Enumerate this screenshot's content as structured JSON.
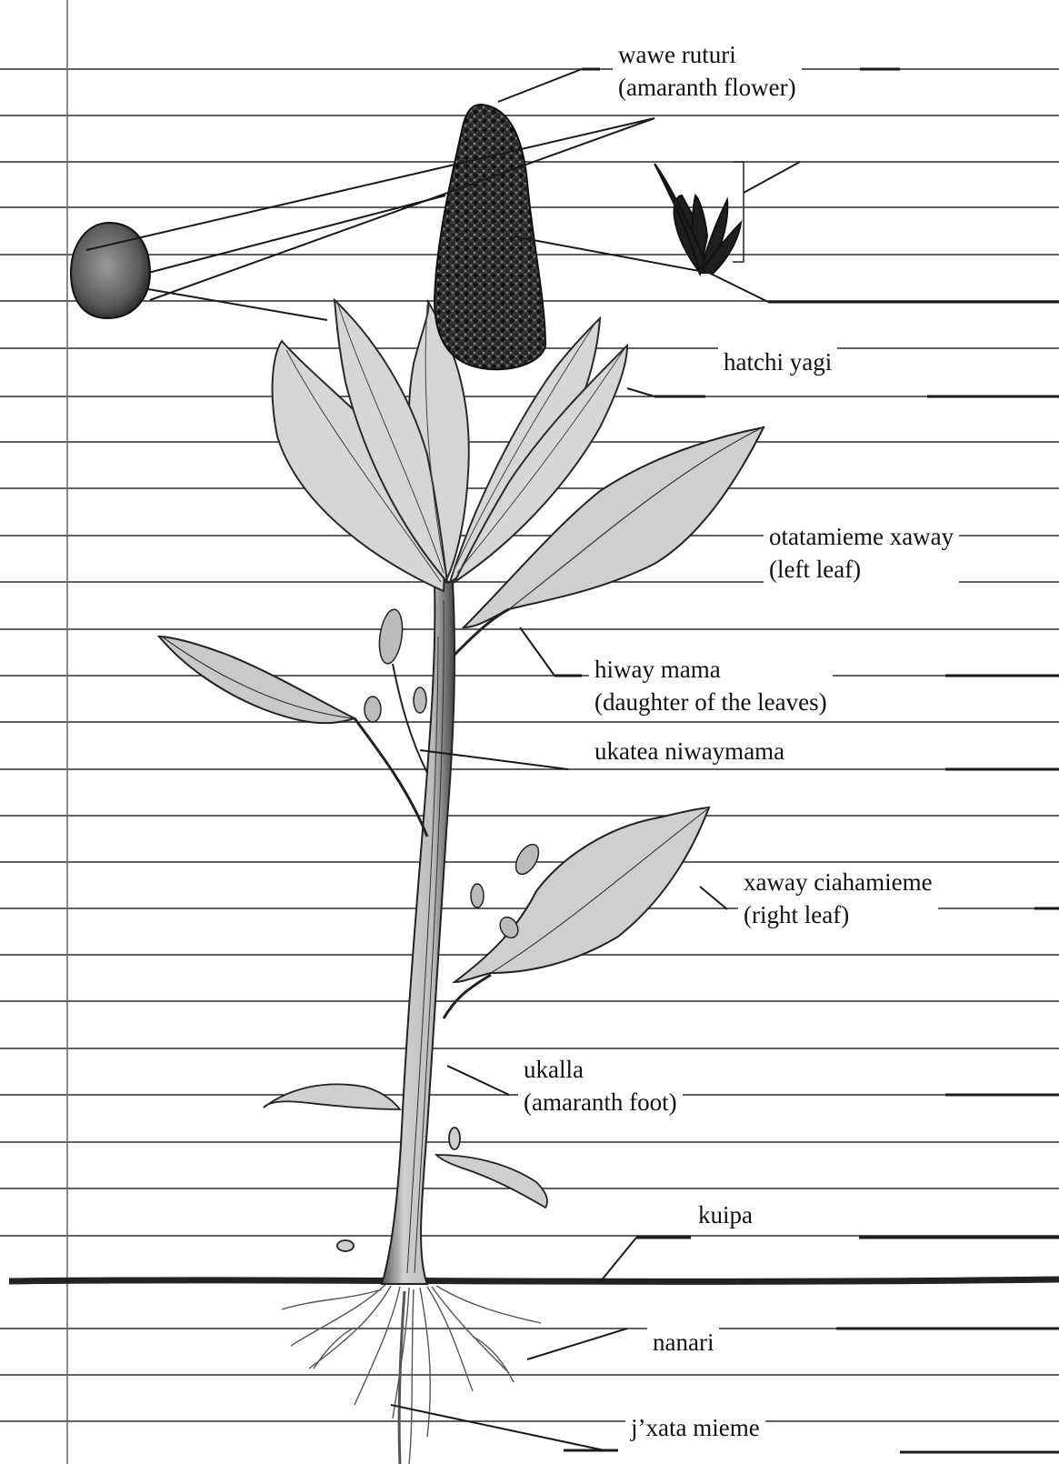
{
  "labels": {
    "wawe_ruturi": {
      "name": "wawe ruturi",
      "gloss": "(amaranth flower)"
    },
    "hatchi_yagi": {
      "name": "hatchi yagi"
    },
    "otatamieme_xaway": {
      "name": "otatamieme xaway",
      "gloss": "(left leaf)"
    },
    "hiway_mama": {
      "name": "hiway mama",
      "gloss": "(daughter of the leaves)"
    },
    "ukatea_niwaymama": {
      "name": "ukatea niwaymama"
    },
    "xaway_ciahamieme": {
      "name": "xaway ciahamieme",
      "gloss": "(right leaf)"
    },
    "ukalla": {
      "name": "ukalla",
      "gloss": "(amaranth foot)"
    },
    "kuipa": {
      "name": "kuipa"
    },
    "nanari": {
      "name": "nanari"
    },
    "jxata_mieme": {
      "name": "j’xata mieme"
    }
  },
  "colors": {
    "ink": "#1a1a1a",
    "pencil": "#4a4a4a",
    "ruled_line": "#2b2b2b",
    "margin_line": "#6d6d6d",
    "flower": "#2a2a2a",
    "seed": "#5a5a5a"
  }
}
